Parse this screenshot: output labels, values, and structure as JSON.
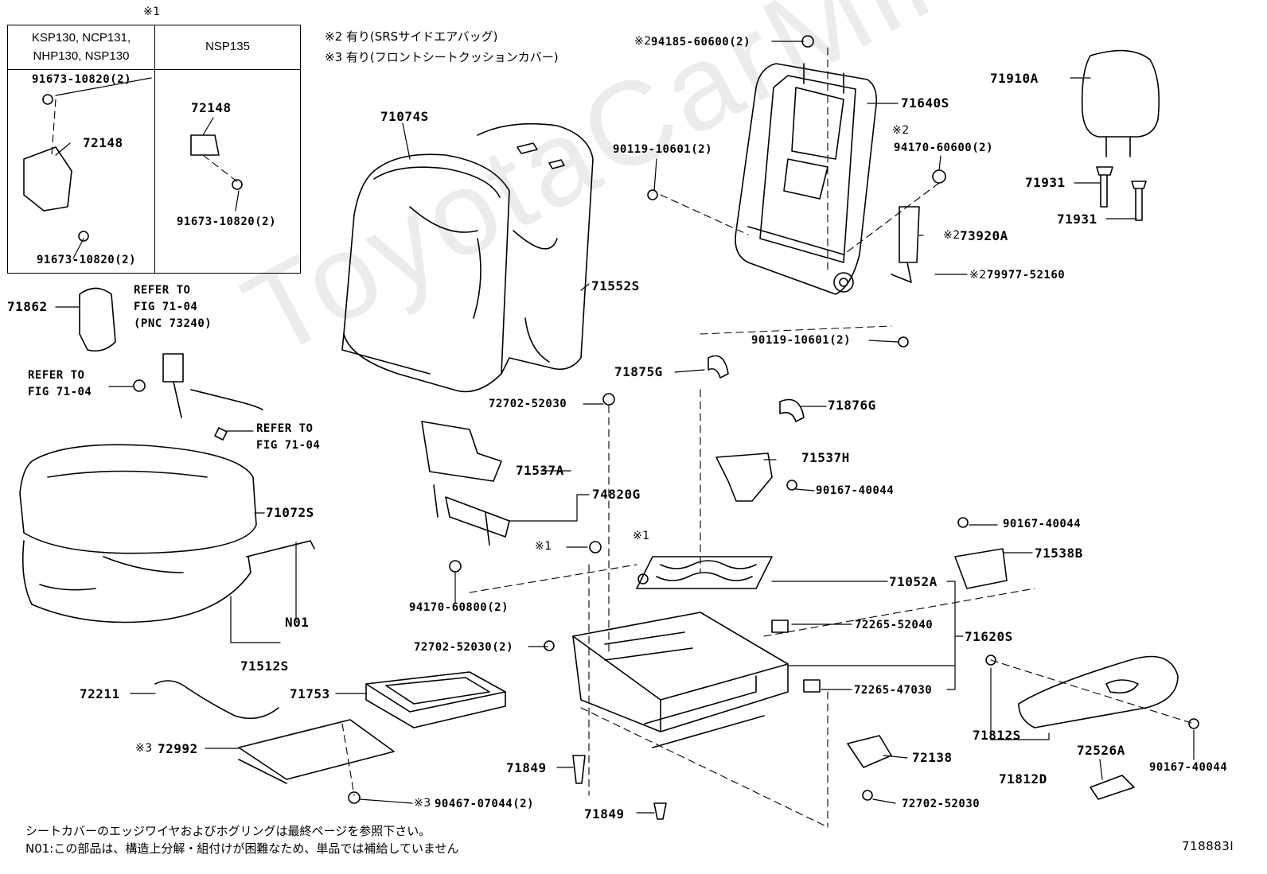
{
  "watermark": "ToyotaCarMine.ru",
  "table": {
    "header_mark": "※1",
    "col1_models_line1": "KSP130, NCP131,",
    "col1_models_line2": "NHP130, NSP130",
    "col2_models": "NSP135",
    "col1_parts": [
      "91673-10820(2)",
      "72148",
      "91673-10820(2)"
    ],
    "col2_parts": [
      "72148",
      "91673-10820(2)"
    ]
  },
  "legend_notes": {
    "note2": "※2 有り(SRSサイドエアバッグ)",
    "note3": "※3 有り(フロントシートクッションカバー)"
  },
  "parts": {
    "p71074S": "71074S",
    "p71552S": "71552S",
    "p94185": "94185-60600(2)",
    "p94185_mark": "※2",
    "p71640S": "71640S",
    "p90119a": "90119-10601(2)",
    "p94170a_mark": "※2",
    "p94170a": "94170-60600(2)",
    "p73920A_mark": "※2",
    "p73920A": "73920A",
    "p79977_mark": "※2",
    "p79977": "79977-52160",
    "p90119b": "90119-10601(2)",
    "p71910A": "71910A",
    "p71931a": "71931",
    "p71931b": "71931",
    "p71862": "71862",
    "refer1_line1": "REFER TO",
    "refer1_line2": "FIG 71-04",
    "refer1_line3": "(PNC 73240)",
    "refer2_line1": "REFER TO",
    "refer2_line2": "FIG 71-04",
    "refer3_line1": "REFER TO",
    "refer3_line2": "FIG 71-04",
    "p71875G": "71875G",
    "p71876G": "71876G",
    "p72702a": "72702-52030",
    "p71537A": "71537A",
    "p74820G": "74820G",
    "p71537H": "71537H",
    "p90167a": "90167-40044",
    "p71072S": "71072S",
    "pN01": "N01",
    "p71512S": "71512S",
    "mark1a": "※1",
    "mark1b": "※1",
    "p94170b": "94170-60800(2)",
    "p90167b": "90167-40044",
    "p71538B": "71538B",
    "p71052A": "71052A",
    "p72265a": "72265-52040",
    "p71620S": "71620S",
    "p72702b": "72702-52030(2)",
    "p72265b": "72265-47030",
    "p72211": "72211",
    "p71753": "71753",
    "p72992_mark": "※3",
    "p72992": "72992",
    "p71849a": "71849",
    "p71849b": "71849",
    "p90467_mark": "※3",
    "p90467": "90467-07044(2)",
    "p72138": "72138",
    "p72702c": "72702-52030",
    "p71812S": "71812S",
    "p71812D": "71812D",
    "p72526A": "72526A",
    "p90167c": "90167-40044"
  },
  "footer": {
    "line1": "シートカバーのエッジワイヤおよびホグリングは最終ページを参照下さい。",
    "line2": "N01:この部品は、構造上分解・組付けが困難なため、単品では補給していません",
    "code": "718883I"
  }
}
